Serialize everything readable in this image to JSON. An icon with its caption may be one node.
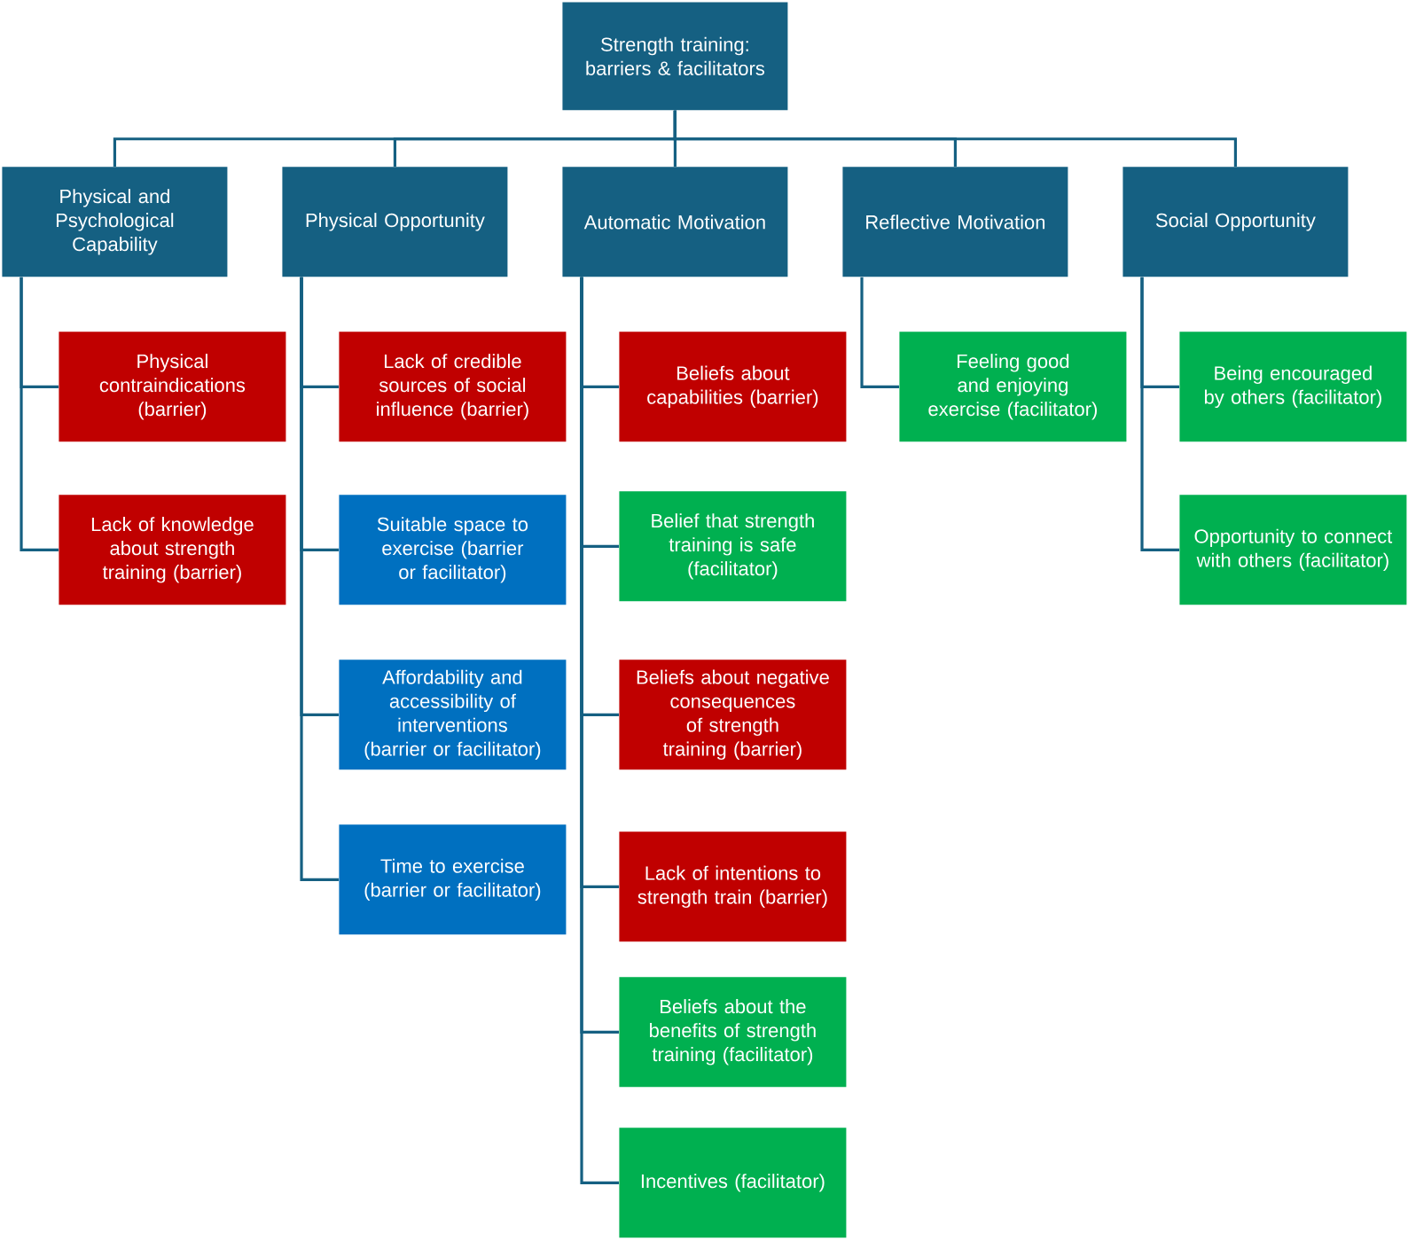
{
  "diagram": {
    "nodes": [
      {
        "text": [
          "Strength training: barriers & facilitators"
        ]
      },
      {
        "text": [
          "Physical and Psychological Capability"
        ]
      },
      {
        "text": [
          "Physical Opportunity"
        ]
      },
      {
        "text": [
          "Automatic Motivation"
        ]
      },
      {
        "text": [
          "Reflective Motivation"
        ]
      },
      {
        "text": [
          "Social Opportunity"
        ]
      },
      {
        "text": [
          "Physical contraindications (barrier)"
        ]
      },
      {
        "text": [
          "Lack of knowledge about strength training (barrier)"
        ]
      },
      {
        "text": [
          "Lack of credible sources of social influence (barrier)"
        ]
      },
      {
        "text": [
          "Suitable space to exercise (barrier or facilitator)"
        ]
      },
      {
        "text": [
          "Affordability and accessibility of interventions (barrier or facilitator)"
        ]
      },
      {
        "text": [
          "Time to exercise (barrier or facilitator)"
        ]
      },
      {
        "text": [
          "Beliefs about capabilities (barrier)"
        ]
      },
      {
        "text": [
          "Belief that strength training is safe (facilitator)"
        ]
      },
      {
        "text": [
          "Beliefs about negative consequences of strength training (barrier)"
        ]
      },
      {
        "text": [
          "Lack of intentions to strength train (barrier)"
        ]
      },
      {
        "text": [
          "Beliefs about the benefits of strength training (facilitator)"
        ]
      },
      {
        "text": [
          "Incentives (facilitator)"
        ]
      },
      {
        "text": [
          "Feeling good and enjoying exercise (facilitator)"
        ]
      },
      {
        "text": [
          "Being encouraged by others (facilitator)"
        ]
      },
      {
        "text": [
          "Opportunity to connect with others (facilitator)"
        ]
      }
    ],
    "edges": [
      {
        "from": 0,
        "to": 1,
        "arrow": "none"
      },
      {
        "from": 0,
        "to": 2,
        "arrow": "none"
      },
      {
        "from": 0,
        "to": 3,
        "arrow": "none"
      },
      {
        "from": 0,
        "to": 4,
        "arrow": "none"
      },
      {
        "from": 0,
        "to": 5,
        "arrow": "none"
      },
      {
        "from": 1,
        "to": 6,
        "arrow": "none"
      },
      {
        "from": 1,
        "to": 7,
        "arrow": "none"
      },
      {
        "from": 2,
        "to": 8,
        "arrow": "none"
      },
      {
        "from": 2,
        "to": 9,
        "arrow": "none"
      },
      {
        "from": 2,
        "to": 10,
        "arrow": "none"
      },
      {
        "from": 2,
        "to": 11,
        "arrow": "none"
      },
      {
        "from": 3,
        "to": 12,
        "arrow": "none"
      },
      {
        "from": 3,
        "to": 13,
        "arrow": "none"
      },
      {
        "from": 3,
        "to": 14,
        "arrow": "none"
      },
      {
        "from": 3,
        "to": 15,
        "arrow": "none"
      },
      {
        "from": 3,
        "to": 16,
        "arrow": "none"
      },
      {
        "from": 3,
        "to": 17,
        "arrow": "none"
      },
      {
        "from": 4,
        "to": 18,
        "arrow": "none"
      },
      {
        "from": 5,
        "to": 19,
        "arrow": "none"
      },
      {
        "from": 5,
        "to": 20,
        "arrow": "none"
      }
    ]
  }
}
